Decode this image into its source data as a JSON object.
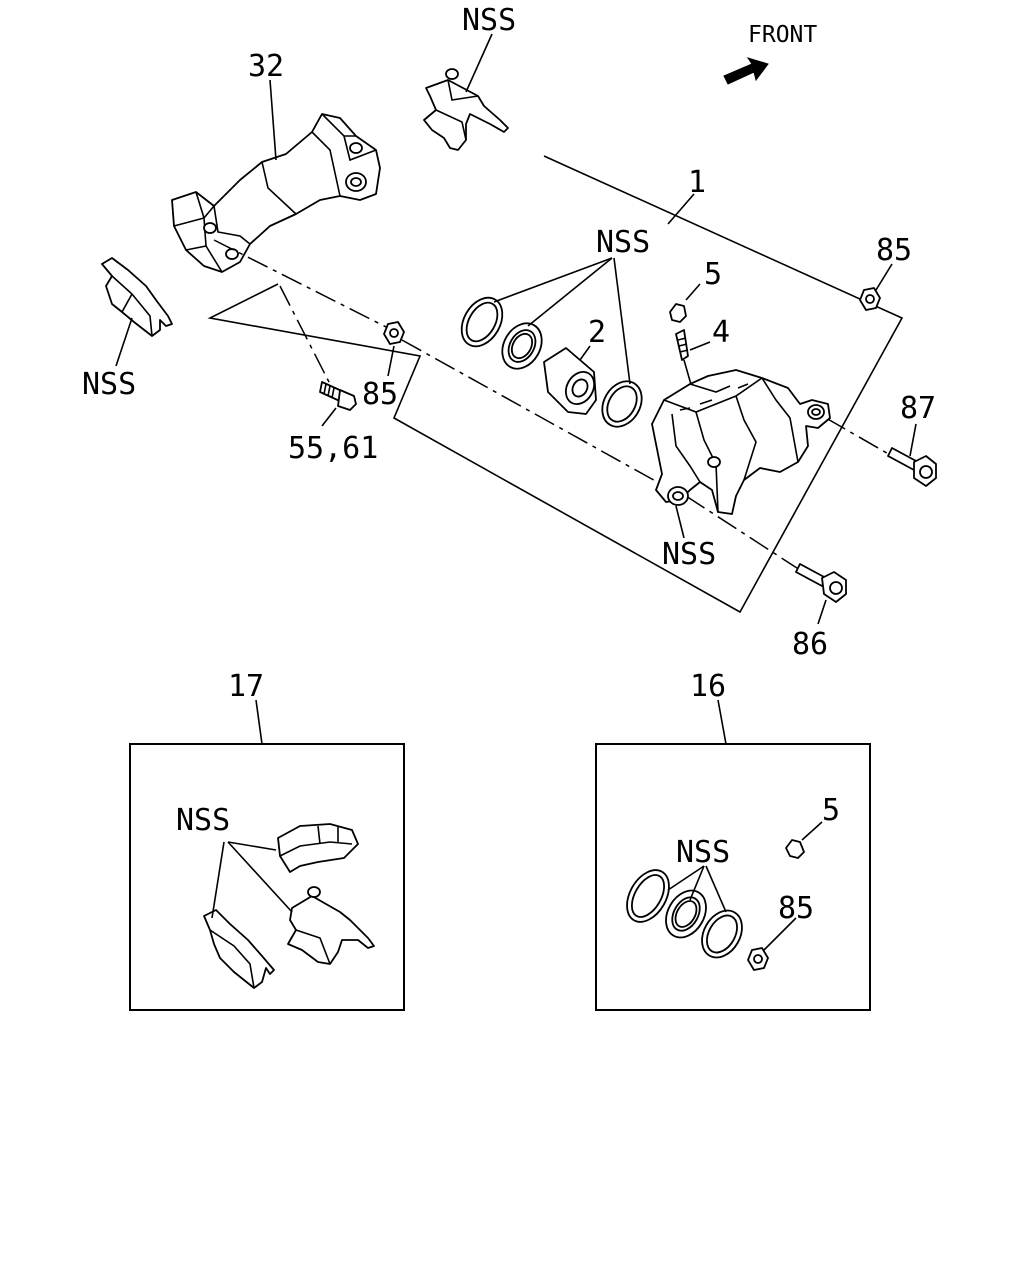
{
  "direction": {
    "label": "FRONT"
  },
  "callouts": {
    "caliper_assembly": "1",
    "piston": "2",
    "bleeder": "4",
    "bleeder_cap": "5",
    "kit_pad": "17",
    "kit_seal": "16",
    "support_bracket": "32",
    "bolt_55_61": "55,61",
    "washer": "85",
    "guide_pin_lower": "86",
    "guide_pin_upper": "87",
    "nss": "NSS"
  }
}
